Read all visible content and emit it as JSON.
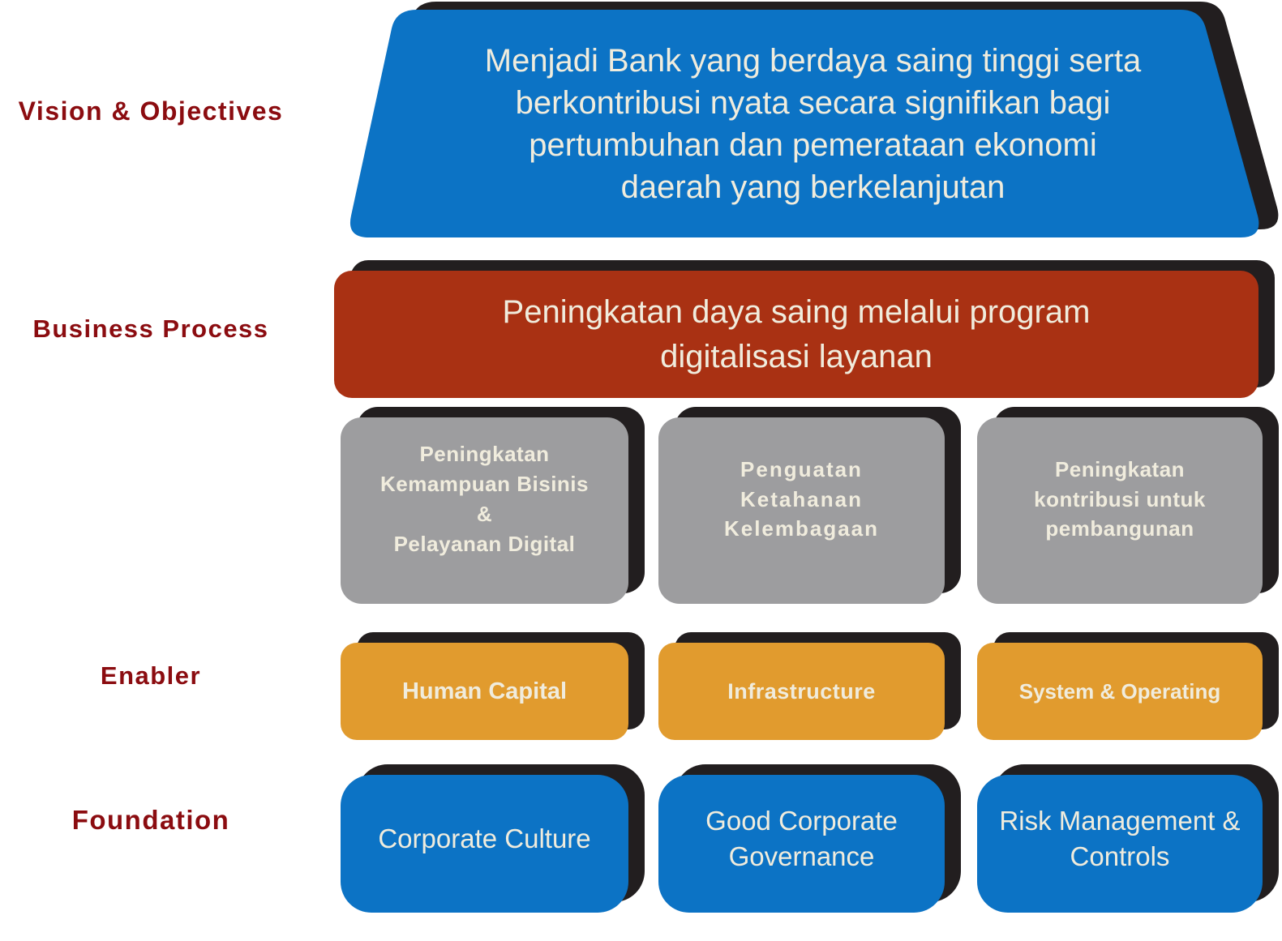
{
  "colors": {
    "background": "#FFFFFF",
    "shadow": "#221E1F",
    "label_text": "#8B0C10",
    "box_text": "#F0ECDD",
    "blue": "#0C73C5",
    "red": "#A93113",
    "gray": "#9D9D9F",
    "orange": "#E19B2E"
  },
  "rows": {
    "vision": {
      "label": "Vision & Objectives",
      "lines": [
        "Menjadi Bank yang berdaya saing tinggi serta",
        "berkontribusi nyata secara signifikan bagi",
        "pertumbuhan dan pemerataan ekonomi",
        "daerah yang berkelanjutan"
      ]
    },
    "business_process": {
      "label": "Business Process",
      "lines": [
        "Peningkatan daya saing melalui program",
        "digitalisasi layanan"
      ]
    },
    "programs": {
      "boxes": [
        {
          "lines": [
            "Peningkatan",
            "Kemampuan Bisinis",
            "&",
            "Pelayanan Digital"
          ]
        },
        {
          "lines": [
            "Penguatan",
            "Ketahanan",
            "Kelembagaan"
          ]
        },
        {
          "lines": [
            "Peningkatan",
            "kontribusi untuk",
            "pembangunan"
          ]
        }
      ]
    },
    "enabler": {
      "label": "Enabler",
      "boxes": [
        {
          "lines": [
            "Human Capital"
          ]
        },
        {
          "lines": [
            "Infrastructure"
          ]
        },
        {
          "lines": [
            "System & Operating"
          ]
        }
      ]
    },
    "foundation": {
      "label": "Foundation",
      "boxes": [
        {
          "lines": [
            "Corporate Culture"
          ]
        },
        {
          "lines": [
            "Good Corporate",
            "Governance"
          ]
        },
        {
          "lines": [
            "Risk Management &",
            "Controls"
          ]
        }
      ]
    }
  }
}
